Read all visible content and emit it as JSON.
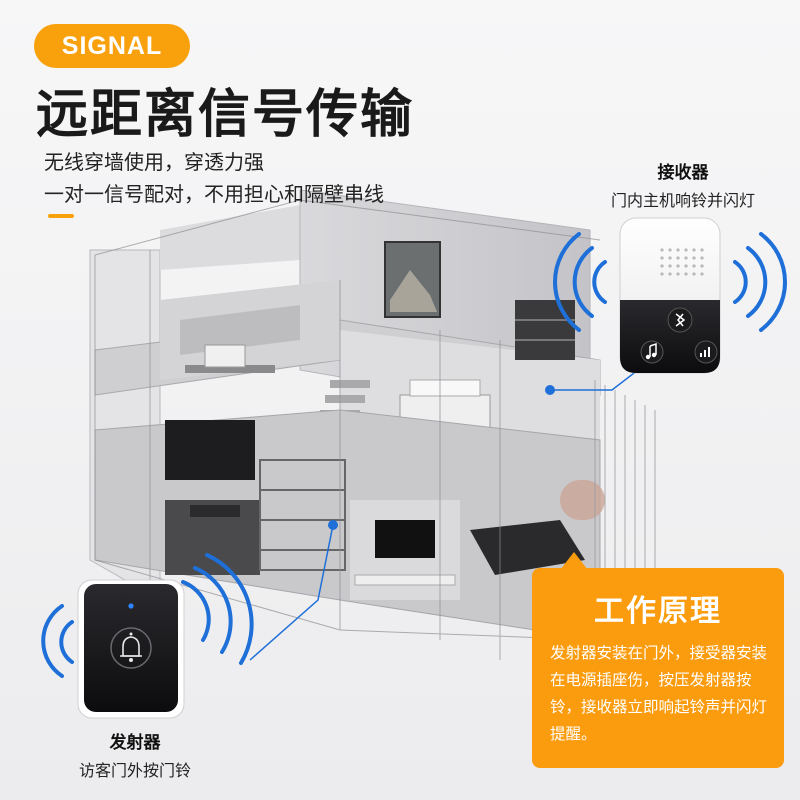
{
  "badge": "SIGNAL",
  "title": "远距离信号传输",
  "subtitle_lines": [
    "无线穿墙使用，穿透力强",
    "一对一信号配对，不用担心和隔壁串线"
  ],
  "receiver": {
    "title": "接收器",
    "desc": "门内主机响铃并闪灯"
  },
  "transmitter": {
    "title": "发射器",
    "desc": "访客门外按门铃"
  },
  "principle": {
    "title": "工作原理",
    "body": "发射器安装在门外，接受器安装在电源插座伤，按压发射器按铃，接收器立即响起铃声并闪灯提醒。"
  },
  "colors": {
    "accent": "#f8a10c",
    "wave": "#1e6fd8"
  },
  "icons": [
    "bell-icon",
    "music-note-icon",
    "pairing-icon",
    "volume-bars-icon"
  ]
}
